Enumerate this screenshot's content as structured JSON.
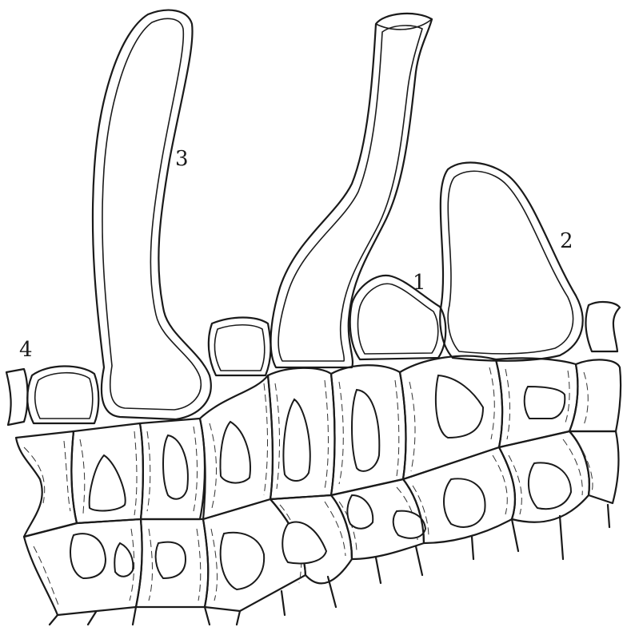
{
  "figure": {
    "labels": [
      {
        "id": "hair-3",
        "text": "3"
      },
      {
        "id": "papilla-2",
        "text": "2"
      },
      {
        "id": "papilla-1",
        "text": "1"
      },
      {
        "id": "tissue-4",
        "text": "4"
      }
    ]
  }
}
